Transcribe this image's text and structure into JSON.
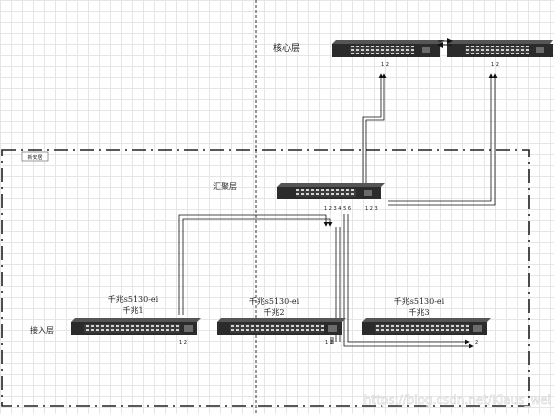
{
  "labels": {
    "core_layer": "核心层",
    "aggregation_layer": "汇聚层",
    "access_layer": "接入层",
    "group_tag": "新安居"
  },
  "access_switches": [
    {
      "model": "千兆s5130-ei",
      "name": "千兆1"
    },
    {
      "model": "千兆s5130-ei",
      "name": "千兆2"
    },
    {
      "model": "千兆s5130-ei",
      "name": "千兆3"
    }
  ],
  "ports": {
    "core_left": "1  2",
    "core_right": "1  2",
    "agg_left": "1 2 3 4 5 6",
    "agg_right": "1  2  3",
    "acc1": "1  2",
    "acc2": "1  2",
    "acc3": "2"
  },
  "watermark": "https://blog.csdn.net/Klaus_wei"
}
